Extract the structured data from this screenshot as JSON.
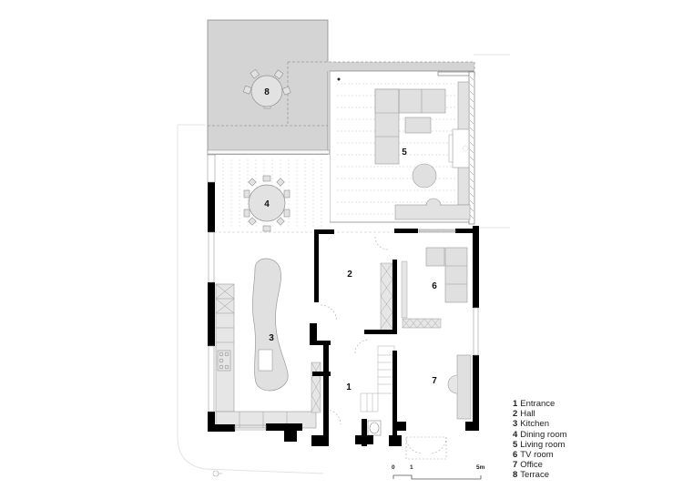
{
  "drawing": {
    "type": "floor plan",
    "rooms": [
      {
        "number": "1",
        "name": "Entrance"
      },
      {
        "number": "2",
        "name": "Hall"
      },
      {
        "number": "3",
        "name": "Kitchen"
      },
      {
        "number": "4",
        "name": "Dining room"
      },
      {
        "number": "5",
        "name": "Living room"
      },
      {
        "number": "6",
        "name": "TV room"
      },
      {
        "number": "7",
        "name": "Office"
      },
      {
        "number": "8",
        "name": "Terrace"
      }
    ],
    "labels": {
      "r1": "1",
      "r2": "2",
      "r3": "3",
      "r4": "4",
      "r5": "5",
      "r6": "6",
      "r7": "7",
      "r8": "8"
    }
  },
  "legend": {
    "items": [
      {
        "num": "1",
        "label": "Entrance"
      },
      {
        "num": "2",
        "label": "Hall"
      },
      {
        "num": "3",
        "label": "Kitchen"
      },
      {
        "num": "4",
        "label": "Dining room"
      },
      {
        "num": "5",
        "label": "Living room"
      },
      {
        "num": "6",
        "label": "TV room"
      },
      {
        "num": "7",
        "label": "Office"
      },
      {
        "num": "8",
        "label": "Terrace"
      }
    ]
  },
  "scale_bar": {
    "ticks": [
      "0",
      "1",
      "5m"
    ]
  },
  "colors": {
    "wall": "#000000",
    "terrace_fill": "#d4d4d4",
    "furniture_fill": "#e2e2e2",
    "line": "#9a9a9a",
    "dashed": "#b5b5b5"
  }
}
